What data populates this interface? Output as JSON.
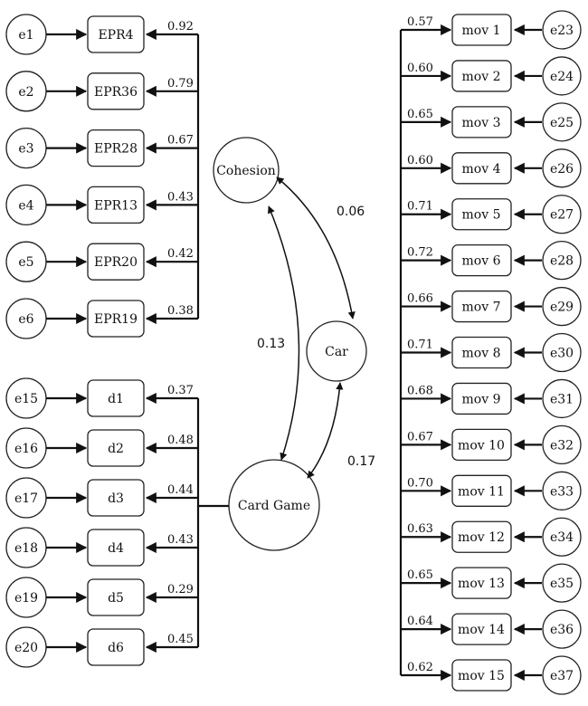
{
  "left_groups": [
    {
      "indicators": [
        {
          "error": "e1",
          "name": "EPR4",
          "loading": "0.92"
        },
        {
          "error": "e2",
          "name": "EPR36",
          "loading": "0.79"
        },
        {
          "error": "e3",
          "name": "EPR28",
          "loading": "0.67"
        },
        {
          "error": "e4",
          "name": "EPR13",
          "loading": "0.43"
        },
        {
          "error": "e5",
          "name": "EPR20",
          "loading": "0.42"
        },
        {
          "error": "e6",
          "name": "EPR19",
          "loading": "0.38"
        }
      ]
    },
    {
      "indicators": [
        {
          "error": "e15",
          "name": "d1",
          "loading": "0.37"
        },
        {
          "error": "e16",
          "name": "d2",
          "loading": "0.48"
        },
        {
          "error": "e17",
          "name": "d3",
          "loading": "0.44"
        },
        {
          "error": "e18",
          "name": "d4",
          "loading": "0.43"
        },
        {
          "error": "e19",
          "name": "d5",
          "loading": "0.29"
        },
        {
          "error": "e20",
          "name": "d6",
          "loading": "0.45"
        }
      ]
    }
  ],
  "right_group": {
    "indicators": [
      {
        "error": "e23",
        "name": "mov 1",
        "loading": "0.57"
      },
      {
        "error": "e24",
        "name": "mov 2",
        "loading": "0.60"
      },
      {
        "error": "e25",
        "name": "mov 3",
        "loading": "0.65"
      },
      {
        "error": "e26",
        "name": "mov 4",
        "loading": "0.60"
      },
      {
        "error": "e27",
        "name": "mov 5",
        "loading": "0.71"
      },
      {
        "error": "e28",
        "name": "mov 6",
        "loading": "0.72"
      },
      {
        "error": "e29",
        "name": "mov 7",
        "loading": "0.66"
      },
      {
        "error": "e30",
        "name": "mov 8",
        "loading": "0.71"
      },
      {
        "error": "e31",
        "name": "mov 9",
        "loading": "0.68"
      },
      {
        "error": "e32",
        "name": "mov 10",
        "loading": "0.67"
      },
      {
        "error": "e33",
        "name": "mov 11",
        "loading": "0.70"
      },
      {
        "error": "e34",
        "name": "mov 12",
        "loading": "0.63"
      },
      {
        "error": "e35",
        "name": "mov 13",
        "loading": "0.65"
      },
      {
        "error": "e36",
        "name": "mov 14",
        "loading": "0.64"
      },
      {
        "error": "e37",
        "name": "mov 15",
        "loading": "0.62"
      }
    ]
  },
  "latents": {
    "cohesion": "Cohesion",
    "car": "Car",
    "card_game": "Card Game"
  },
  "correlations": {
    "cohesion_car": "0.06",
    "cohesion_card_game": "0.13",
    "car_card_game": "0.17"
  }
}
